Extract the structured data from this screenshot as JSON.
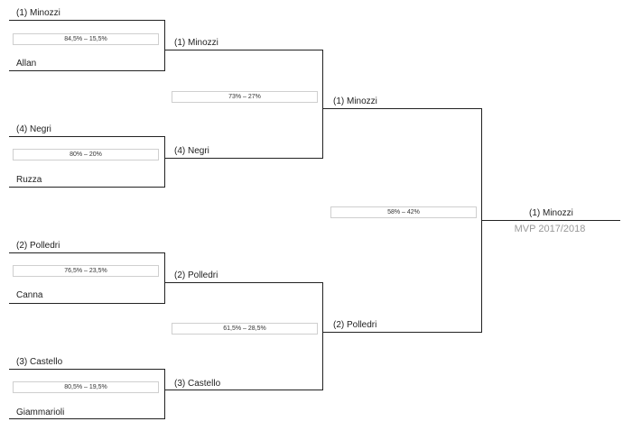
{
  "round1": [
    {
      "top": "(1) Minozzi",
      "bottom": "Allan",
      "score": "84,5% – 15,5%"
    },
    {
      "top": "(4) Negri",
      "bottom": "Ruzza",
      "score": "80% – 20%"
    },
    {
      "top": "(2) Polledri",
      "bottom": "Canna",
      "score": "76,5% – 23,5%"
    },
    {
      "top": "(3) Castello",
      "bottom": "Giammarioli",
      "score": "80,5% – 19,5%"
    }
  ],
  "round2": [
    {
      "top": "(1) Minozzi",
      "bottom": "(4) Negri",
      "score": "73% – 27%"
    },
    {
      "top": "(2) Polledri",
      "bottom": "(3) Castello",
      "score": "61,5% – 28,5%"
    }
  ],
  "final": {
    "top": "(1) Minozzi",
    "bottom": "(2) Polledri",
    "score": "58% – 42%"
  },
  "winner": {
    "name": "(1) Minozzi",
    "subtitle": "MVP 2017/2018"
  }
}
